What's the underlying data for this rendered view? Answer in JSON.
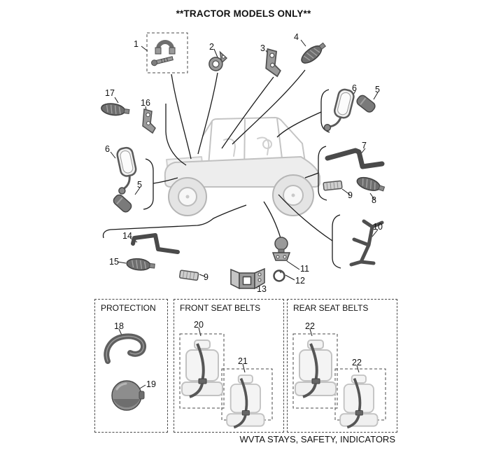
{
  "title": "**TRACTOR MODELS ONLY**",
  "footer": "WVTA STAYS, SAFETY, INDICATORS",
  "sections": {
    "protection": "PROTECTION",
    "front_seat_belts": "FRONT SEAT BELTS",
    "rear_seat_belts": "REAR SEAT BELTS"
  },
  "colors": {
    "leader_line": "#1a1a1a",
    "part_dark": "#6e6e6e",
    "vehicle_sketch": "#c4c4c4",
    "dashed_box": "#4a4a4a"
  },
  "callouts": [
    {
      "label": "1",
      "part": "shackle-and-pin-kit"
    },
    {
      "label": "2",
      "part": "p-clamp"
    },
    {
      "label": "3",
      "part": "front-indicator-bracket"
    },
    {
      "label": "4",
      "part": "front-indicator"
    },
    {
      "label": "17",
      "part": "indicator"
    },
    {
      "label": "16",
      "part": "indicator-bracket"
    },
    {
      "label": "6",
      "part": "mirror-right"
    },
    {
      "label": "5",
      "part": "mirror-cap-right"
    },
    {
      "label": "6",
      "part": "mirror-left"
    },
    {
      "label": "5",
      "part": "mirror-cap-left"
    },
    {
      "label": "7",
      "part": "rear-indicator-stay-right"
    },
    {
      "label": "9",
      "part": "reflector-right"
    },
    {
      "label": "8",
      "part": "rear-indicator-right"
    },
    {
      "label": "10",
      "part": "stay-bracket"
    },
    {
      "label": "14",
      "part": "rear-indicator-stay-left"
    },
    {
      "label": "15",
      "part": "rear-indicator-left"
    },
    {
      "label": "9",
      "part": "reflector-left"
    },
    {
      "label": "11",
      "part": "tow-ball"
    },
    {
      "label": "12",
      "part": "retaining-ring"
    },
    {
      "label": "13",
      "part": "receiver-hitch"
    },
    {
      "label": "18",
      "part": "protection-hose"
    },
    {
      "label": "19",
      "part": "protection-cap"
    },
    {
      "label": "20",
      "part": "front-seat-belt-left"
    },
    {
      "label": "21",
      "part": "front-seat-belt-right"
    },
    {
      "label": "22",
      "part": "rear-seat-belt-left"
    },
    {
      "label": "22",
      "part": "rear-seat-belt-right"
    }
  ]
}
